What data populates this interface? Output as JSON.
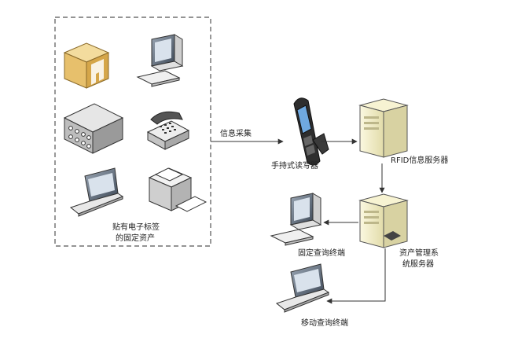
{
  "labels": {
    "assets_line1": "贴有电子标签",
    "assets_line2": "的固定资产",
    "info_collect": "信息采集",
    "handheld_reader": "手持式读写器",
    "rfid_server": "RFID信息服务器",
    "asset_server_line1": "资产管理系",
    "asset_server_line2": "统服务器",
    "fixed_terminal": "固定查询终端",
    "mobile_terminal": "移动查询终端"
  },
  "icons": {
    "box": "package-box-icon",
    "desktop": "desktop-computer-icon",
    "switch": "network-switch-icon",
    "phone": "telephone-icon",
    "laptop": "laptop-icon",
    "printer": "printer-fax-icon",
    "reader": "handheld-rfid-reader-icon",
    "server": "server-tower-icon"
  },
  "colors": {
    "line": "#333333",
    "dashed_border": "#555555",
    "server_body": "#f3efc9",
    "box_body": "#e8c878"
  }
}
